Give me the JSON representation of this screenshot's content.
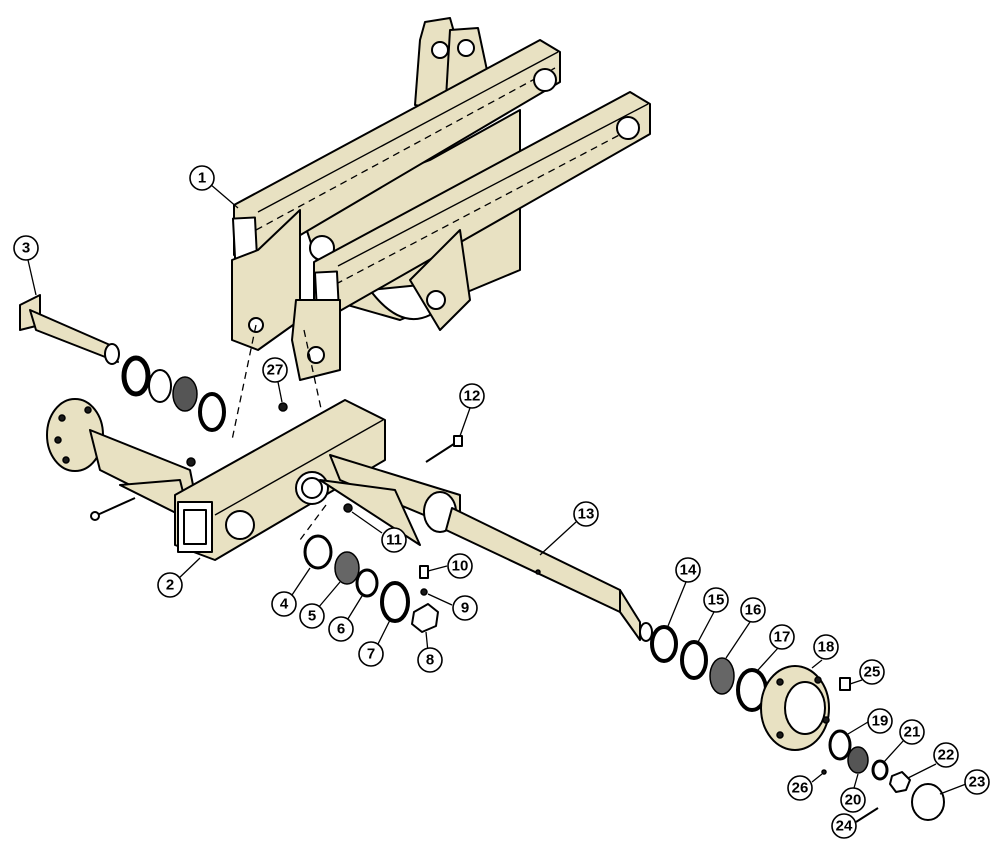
{
  "callouts": [
    {
      "num": "1"
    },
    {
      "num": "2"
    },
    {
      "num": "3"
    },
    {
      "num": "4"
    },
    {
      "num": "5"
    },
    {
      "num": "6"
    },
    {
      "num": "7"
    },
    {
      "num": "8"
    },
    {
      "num": "9"
    },
    {
      "num": "10"
    },
    {
      "num": "11"
    },
    {
      "num": "12"
    },
    {
      "num": "13"
    },
    {
      "num": "14"
    },
    {
      "num": "15"
    },
    {
      "num": "16"
    },
    {
      "num": "17"
    },
    {
      "num": "18"
    },
    {
      "num": "19"
    },
    {
      "num": "20"
    },
    {
      "num": "21"
    },
    {
      "num": "22"
    },
    {
      "num": "23"
    },
    {
      "num": "24"
    },
    {
      "num": "25"
    },
    {
      "num": "26"
    },
    {
      "num": "27"
    }
  ],
  "colors": {
    "part_fill": "#e8e1c2",
    "line": "#000000",
    "background": "#ffffff"
  }
}
